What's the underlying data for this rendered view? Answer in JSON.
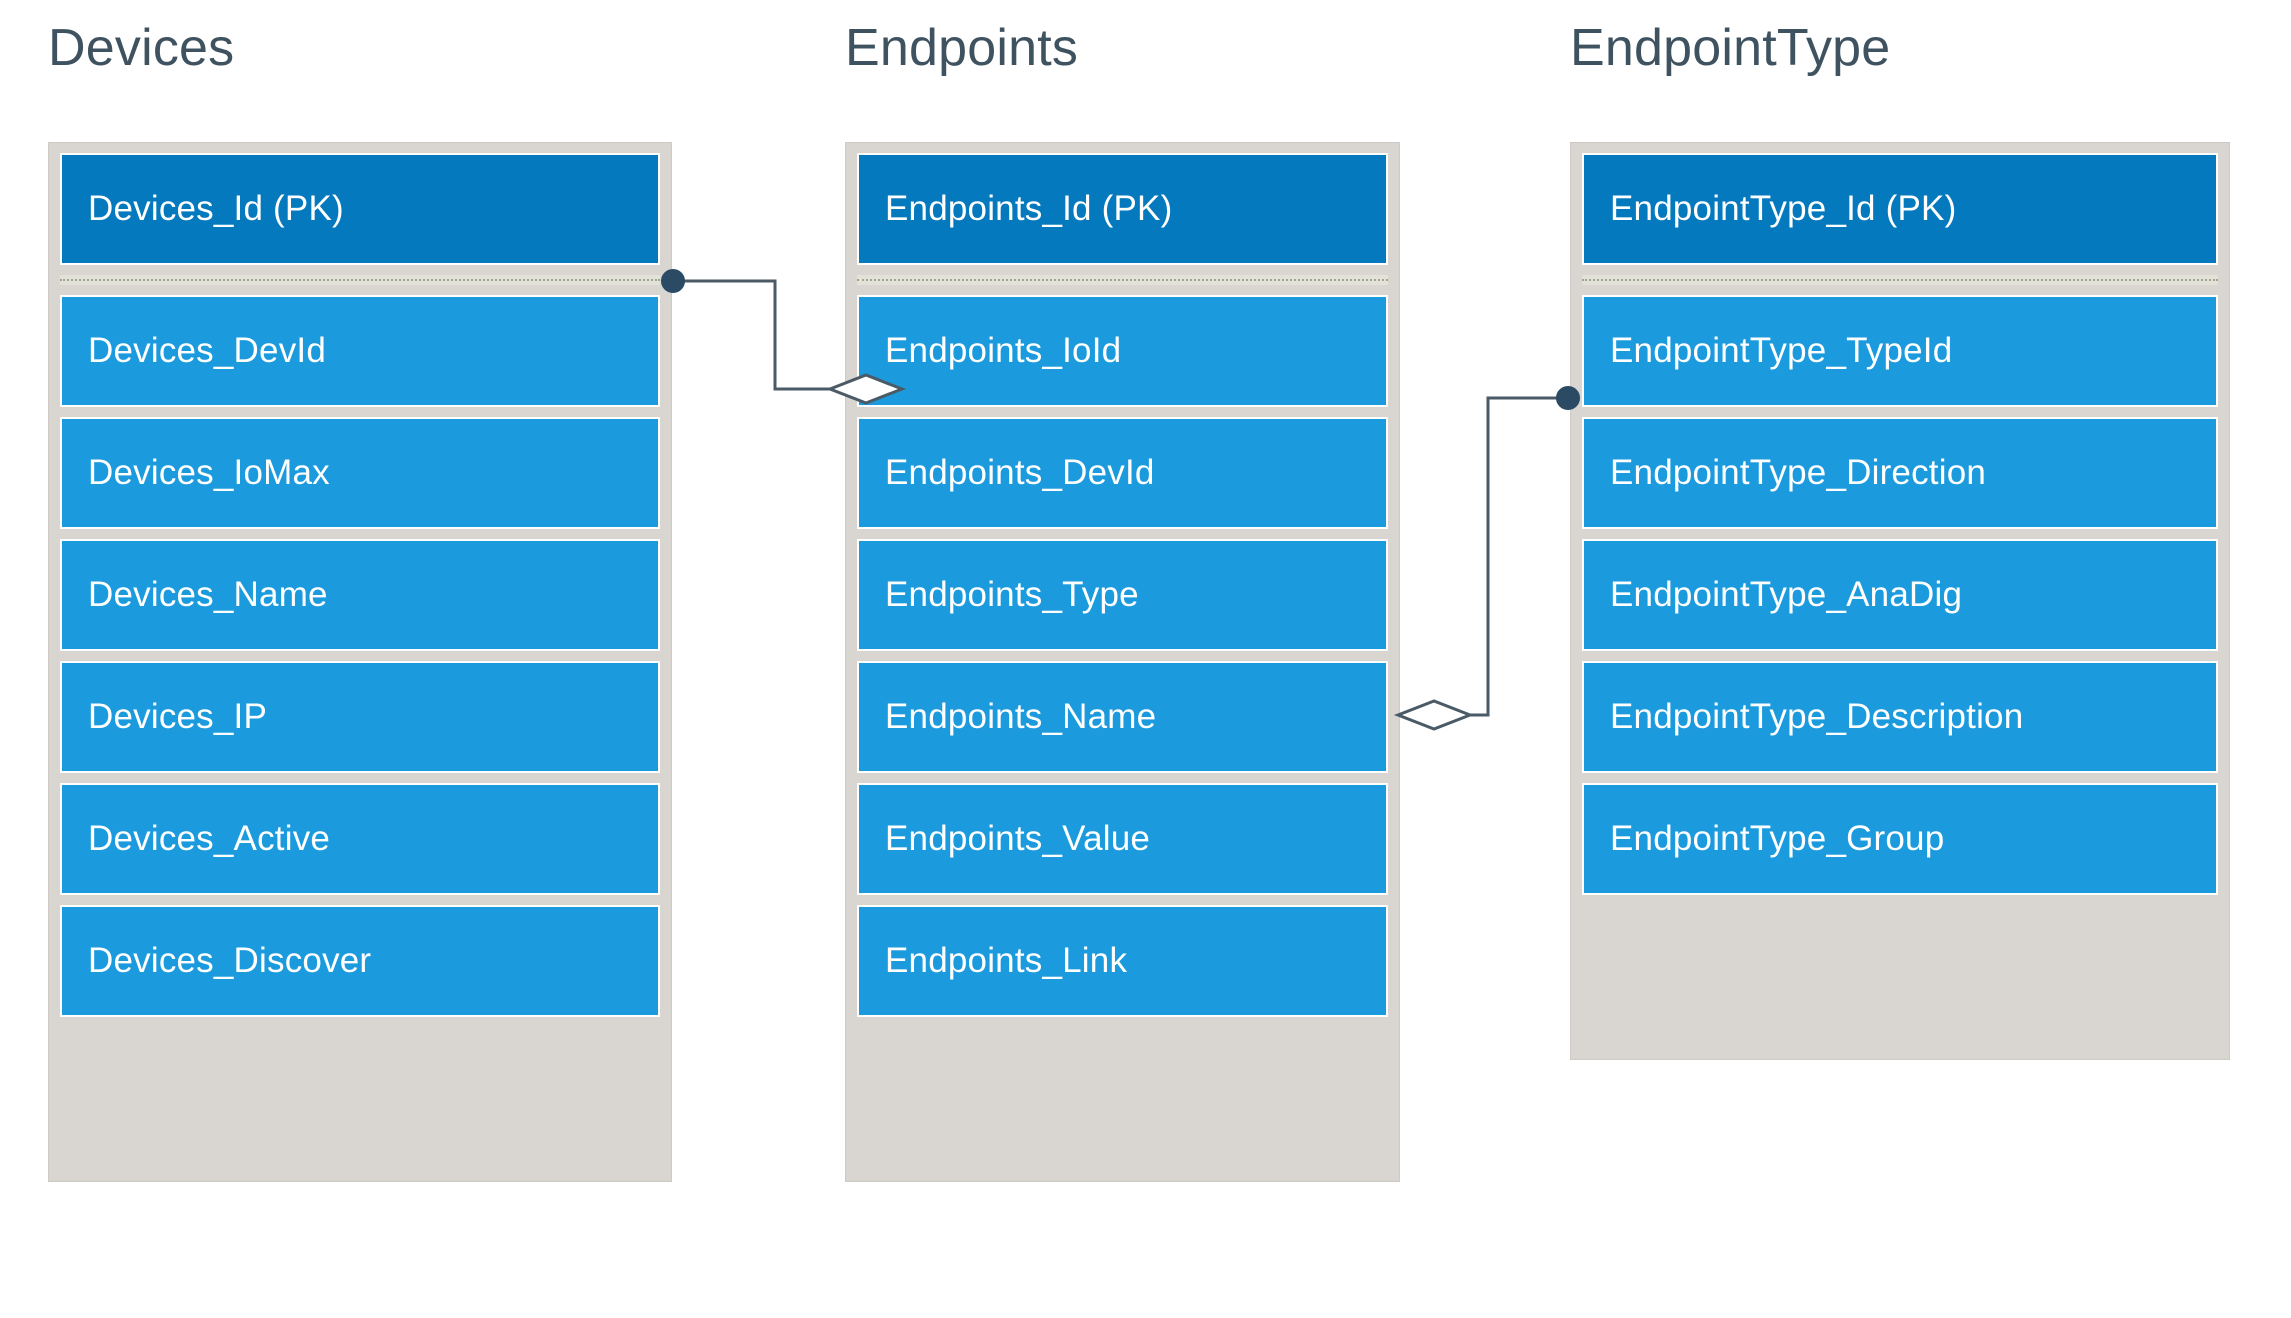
{
  "diagram": {
    "title_color": "#3f5260",
    "entity_bg": "#d9d5d1",
    "pk_color": "#0479bd",
    "attr_color": "#1b9bde",
    "connector_color": "#4a5a66",
    "entities": [
      {
        "name": "Devices",
        "attributes": [
          {
            "label": "Devices_Id (PK)",
            "pk": true
          },
          {
            "label": "Devices_DevId",
            "pk": false
          },
          {
            "label": "Devices_IoMax",
            "pk": false
          },
          {
            "label": "Devices_Name",
            "pk": false
          },
          {
            "label": "Devices_IP",
            "pk": false
          },
          {
            "label": "Devices_Active",
            "pk": false
          },
          {
            "label": "Devices_Discover",
            "pk": false
          }
        ]
      },
      {
        "name": "Endpoints",
        "attributes": [
          {
            "label": "Endpoints_Id (PK)",
            "pk": true
          },
          {
            "label": "Endpoints_IoId",
            "pk": false
          },
          {
            "label": "Endpoints_DevId",
            "pk": false
          },
          {
            "label": "Endpoints_Type",
            "pk": false
          },
          {
            "label": "Endpoints_Name",
            "pk": false
          },
          {
            "label": "Endpoints_Value",
            "pk": false
          },
          {
            "label": "Endpoints_Link",
            "pk": false
          }
        ]
      },
      {
        "name": "EndpointType",
        "attributes": [
          {
            "label": "EndpointType_Id (PK)",
            "pk": true
          },
          {
            "label": "EndpointType_TypeId",
            "pk": false
          },
          {
            "label": "EndpointType_Direction",
            "pk": false
          },
          {
            "label": "EndpointType_AnaDig",
            "pk": false
          },
          {
            "label": "EndpointType_Description",
            "pk": false
          },
          {
            "label": "EndpointType_Group",
            "pk": false
          }
        ]
      }
    ],
    "relationships": [
      {
        "from_entity": "Devices",
        "from_attribute": "Devices_DevId",
        "from_marker": "dot",
        "to_entity": "Endpoints",
        "to_attribute": "Endpoints_DevId",
        "to_marker": "diamond"
      },
      {
        "from_entity": "EndpointType",
        "from_attribute": "EndpointType_TypeId",
        "from_marker": "dot",
        "to_entity": "Endpoints",
        "to_attribute": "Endpoints_Type",
        "to_marker": "diamond"
      }
    ]
  }
}
